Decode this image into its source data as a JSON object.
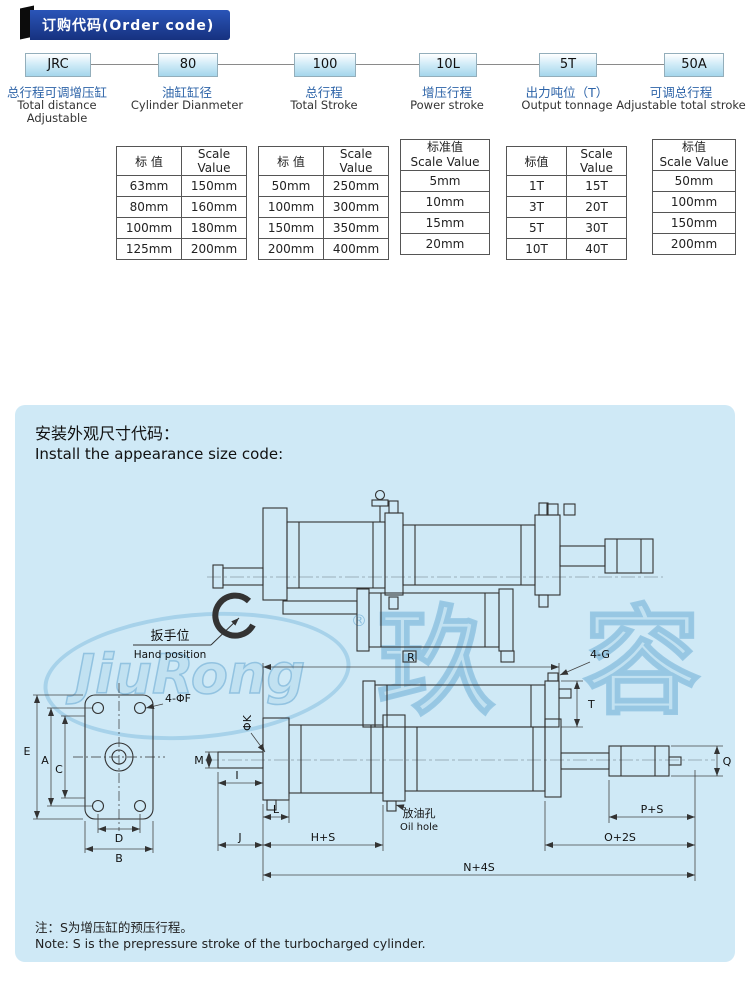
{
  "header": {
    "badge": "订购代码(Order code)"
  },
  "order_code": {
    "segments": [
      {
        "code": "JRC",
        "cn": "总行程可调增压缸",
        "en": "Total distance",
        "en2": "Adjustable"
      },
      {
        "code": "80",
        "cn": "油缸缸径",
        "en": "Cylinder Dianmeter"
      },
      {
        "code": "100",
        "cn": "总行程",
        "en": "Total Stroke"
      },
      {
        "code": "10L",
        "cn": "增压行程",
        "en": "Power stroke"
      },
      {
        "code": "5T",
        "cn": "出力吨位（T）",
        "en": "Output tonnage"
      },
      {
        "code": "50A",
        "cn": "可调总行程",
        "en": "Adjustable total stroke"
      }
    ]
  },
  "tables": {
    "diameter": {
      "h1": "标 值",
      "h2": "Scale Value",
      "rows": [
        [
          "63mm",
          "150mm"
        ],
        [
          "80mm",
          "160mm"
        ],
        [
          "100mm",
          "180mm"
        ],
        [
          "125mm",
          "200mm"
        ]
      ]
    },
    "stroke": {
      "h1": "标 值",
      "h2": "Scale Value",
      "rows": [
        [
          "50mm",
          "250mm"
        ],
        [
          "100mm",
          "300mm"
        ],
        [
          "150mm",
          "350mm"
        ],
        [
          "200mm",
          "400mm"
        ]
      ]
    },
    "power": {
      "h1": "标准值",
      "h2": "Scale Value",
      "rows": [
        "5mm",
        "10mm",
        "15mm",
        "20mm"
      ]
    },
    "tonnage": {
      "h1": "标值",
      "h2": "Scale Value",
      "rows": [
        [
          "1T",
          "15T"
        ],
        [
          "3T",
          "20T"
        ],
        [
          "5T",
          "30T"
        ],
        [
          "10T",
          "40T"
        ]
      ]
    },
    "adjustable": {
      "h1": "标值",
      "h2": "Scale Value",
      "rows": [
        "50mm",
        "100mm",
        "150mm",
        "200mm"
      ]
    }
  },
  "install": {
    "title_cn": "安装外观尺寸代码：",
    "title_en": "Install the appearance size code:",
    "note_cn": "注：S为增压缸的预压行程。",
    "note_en": "Note: S is the prepressure stroke of the turbocharged cylinder."
  },
  "watermark": {
    "script": "JiuRong",
    "chars": "玖容",
    "reg": "®"
  },
  "drawing": {
    "hand_position_cn": "扳手位",
    "hand_position_en": "Hand position",
    "oil_hole_cn": "放油孔",
    "oil_hole_en": "Oil hole",
    "dim_r": "R",
    "dim_4g": "4-G",
    "dim_4f": "4-ΦF",
    "dim_k": "ΦK",
    "dim_e": "E",
    "dim_a": "A",
    "dim_c": "C",
    "dim_d": "D",
    "dim_b": "B",
    "dim_m": "M",
    "dim_i": "I",
    "dim_l": "L",
    "dim_j": "J",
    "dim_hs": "H+S",
    "dim_ps": "P+S",
    "dim_o2s": "O+2S",
    "dim_n4s": "N+4S",
    "dim_t": "T",
    "dim_q": "Q"
  }
}
